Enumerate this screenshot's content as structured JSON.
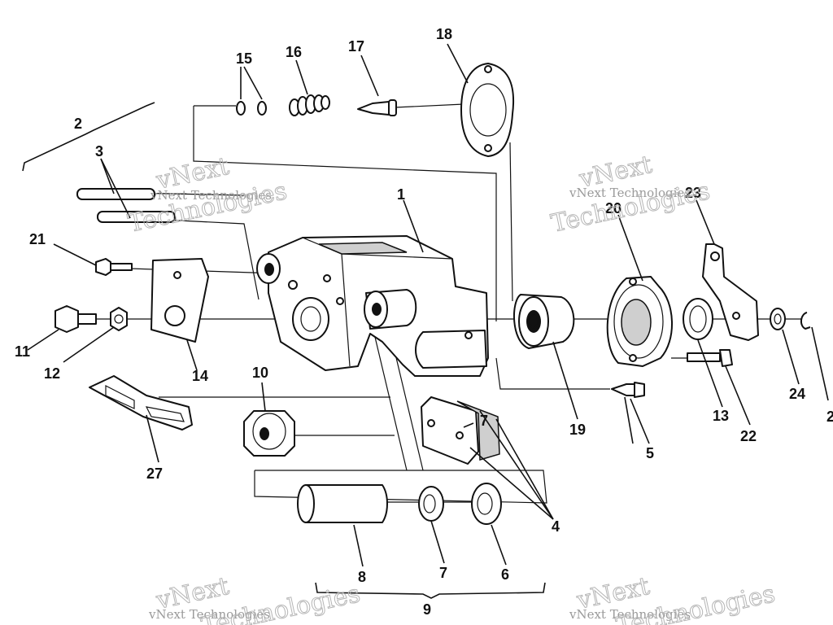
{
  "diagram": {
    "callouts": [
      {
        "id": "1",
        "text": "1"
      },
      {
        "id": "2",
        "text": "2"
      },
      {
        "id": "3",
        "text": "3"
      },
      {
        "id": "4",
        "text": "4"
      },
      {
        "id": "5",
        "text": "5"
      },
      {
        "id": "6",
        "text": "6"
      },
      {
        "id": "7a",
        "text": "7"
      },
      {
        "id": "7b",
        "text": "7"
      },
      {
        "id": "8",
        "text": "8"
      },
      {
        "id": "9",
        "text": "9"
      },
      {
        "id": "10",
        "text": "10"
      },
      {
        "id": "11",
        "text": "11"
      },
      {
        "id": "12",
        "text": "12"
      },
      {
        "id": "13",
        "text": "13"
      },
      {
        "id": "14",
        "text": "14"
      },
      {
        "id": "15",
        "text": "15"
      },
      {
        "id": "16",
        "text": "16"
      },
      {
        "id": "17",
        "text": "17"
      },
      {
        "id": "18",
        "text": "18"
      },
      {
        "id": "19",
        "text": "19"
      },
      {
        "id": "20",
        "text": "20"
      },
      {
        "id": "21",
        "text": "21"
      },
      {
        "id": "22",
        "text": "22"
      },
      {
        "id": "23",
        "text": "23"
      },
      {
        "id": "24",
        "text": "24"
      },
      {
        "id": "25",
        "text": "2"
      },
      {
        "id": "27",
        "text": "27"
      }
    ],
    "watermark": {
      "line1": "vNext Technologies",
      "line2a": "vNext",
      "line2b": "Technologies"
    }
  }
}
